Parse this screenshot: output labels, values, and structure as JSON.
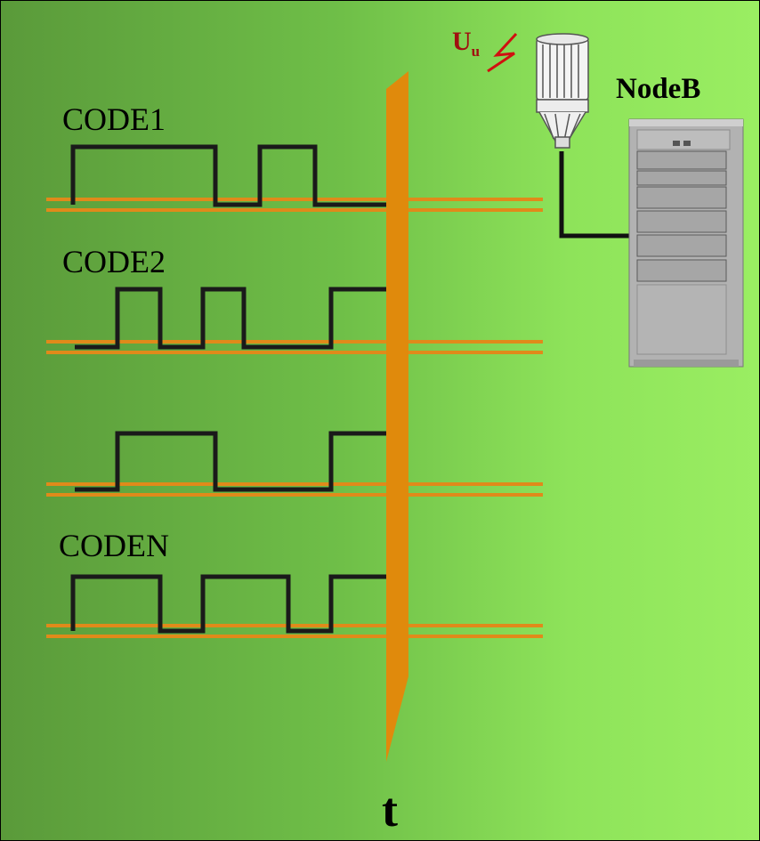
{
  "labels": {
    "code1": "CODE1",
    "code2": "CODE2",
    "coden": "CODEN",
    "nodeb": "NodeB",
    "uu_main": "U",
    "uu_sub": "u",
    "time_axis": "t"
  },
  "colors": {
    "background_left": "#5a9a3a",
    "background_right": "#9aee62",
    "rail": "#e08a1a",
    "time_bar": "#e08a0c",
    "signal": "#1a1a1a",
    "uu_text": "#a01010",
    "server": "#b2b2b2"
  },
  "icons": {
    "antenna": "antenna-icon",
    "lightning": "lightning-icon",
    "server": "server-icon"
  }
}
